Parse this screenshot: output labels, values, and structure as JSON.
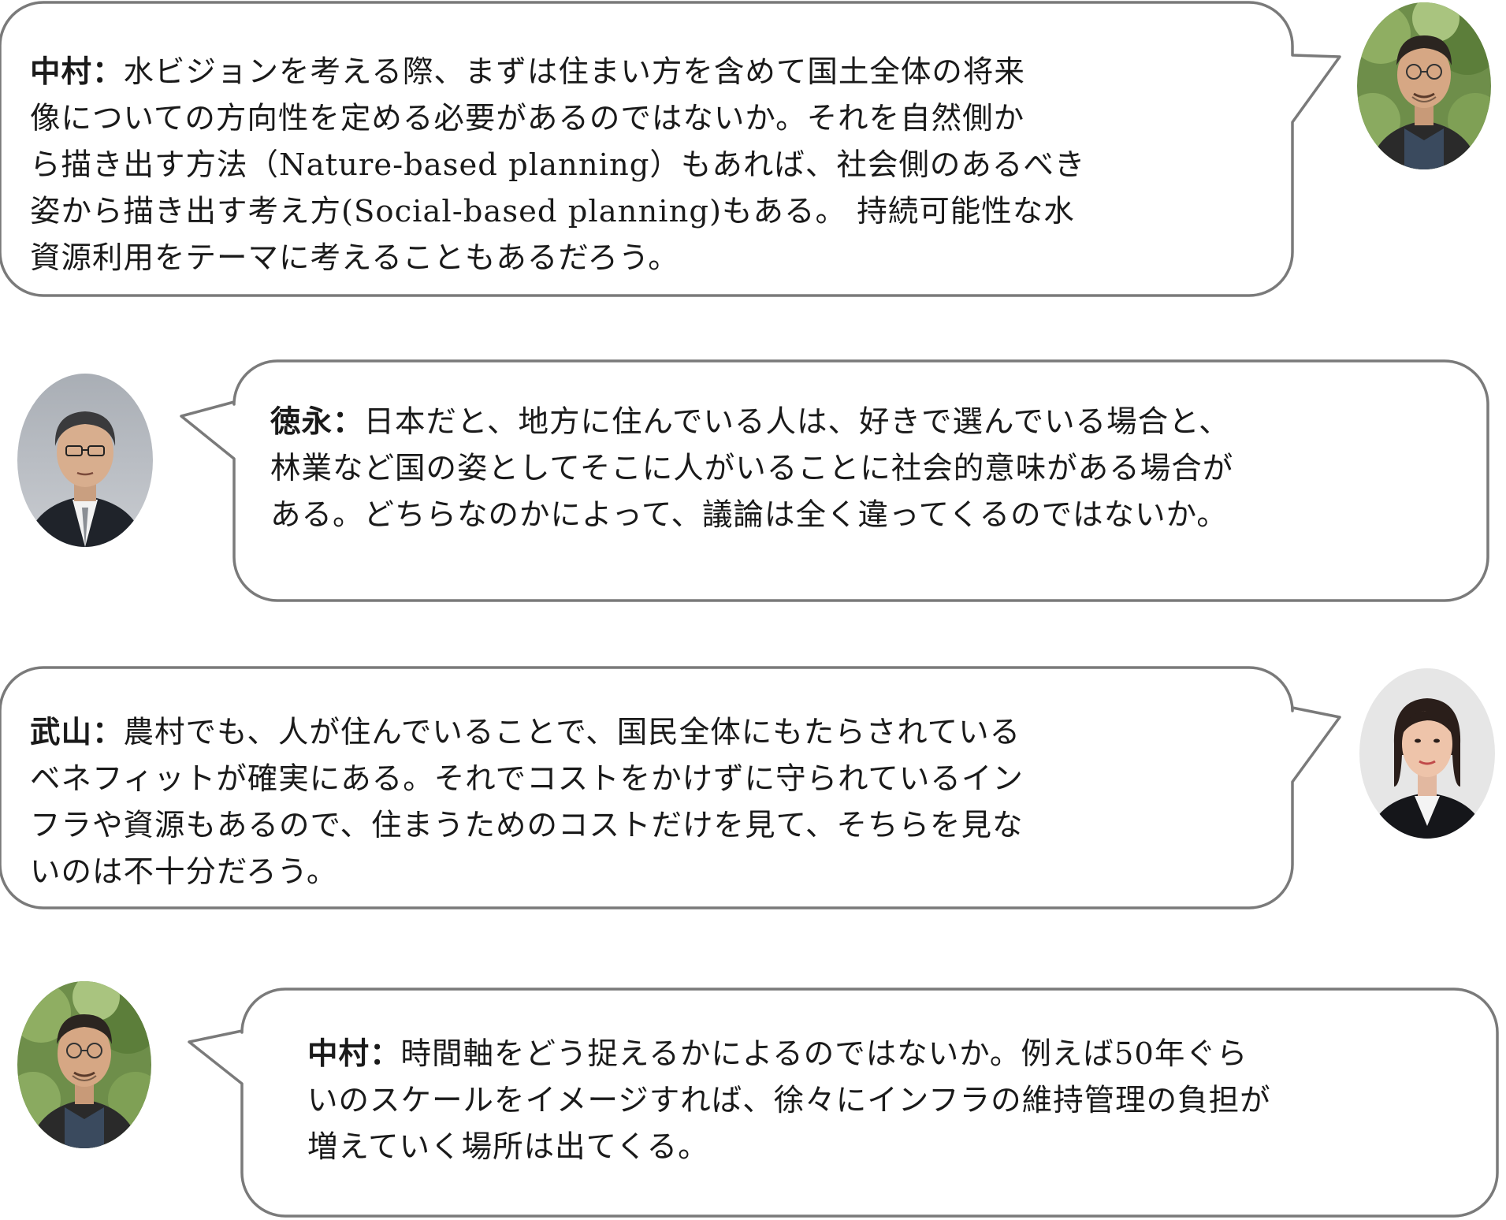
{
  "dialogue": [
    {
      "speaker": "中村：",
      "lines": [
        "水ビジョンを考える際、まずは住まい方を含めて国土全体の将来",
        "像についての方向性を定める必要があるのではないか。それを自然側か",
        "ら描き出す方法（Nature-based planning）もあれば、社会側のあるべき",
        "姿から描き出す考え方(Social-based planning)もある。 持続可能性な水",
        "資源利用をテーマに考えることもあるだろう。"
      ],
      "avatar": "nakamura-portrait"
    },
    {
      "speaker": "徳永：",
      "lines": [
        "日本だと、地方に住んでいる人は、好きで選んでいる場合と、",
        "林業など国の姿としてそこに人がいることに社会的意味がある場合が",
        "ある。どちらなのかによって、議論は全く違ってくるのではないか。"
      ],
      "avatar": "tokunaga-portrait"
    },
    {
      "speaker": "武山：",
      "lines": [
        "農村でも、人が住んでいることで、国民全体にもたらされている",
        "ベネフィットが確実にある。それでコストをかけずに守られているイン",
        "フラや資源もあるので、住まうためのコストだけを見て、そちらを見な",
        "いのは不十分だろう。"
      ],
      "avatar": "takeyama-portrait"
    },
    {
      "speaker": "中村：",
      "lines": [
        "時間軸をどう捉えるかによるのではないか。例えば50年ぐら",
        "いのスケールをイメージすれば、徐々にインフラの維持管理の負担が",
        "増えていく場所は出てくる。"
      ],
      "avatar": "nakamura-portrait"
    }
  ]
}
